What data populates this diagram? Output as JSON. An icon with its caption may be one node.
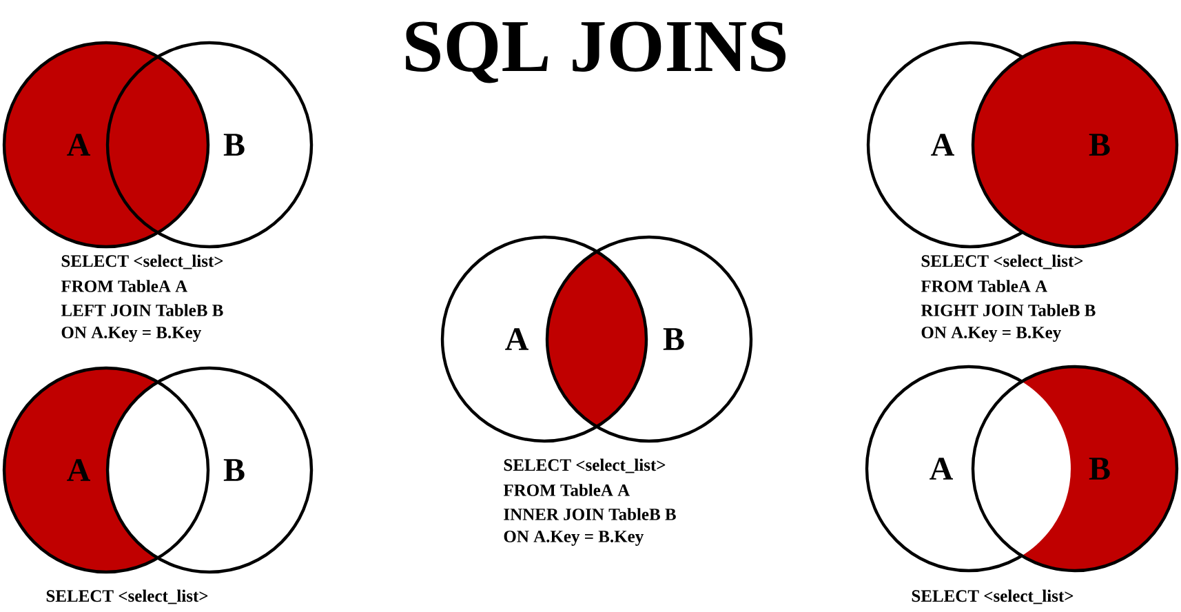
{
  "diagram": {
    "title": "SQL JOINS",
    "nodes": [
      {
        "text": [
          "A"
        ]
      },
      {
        "text": [
          "B"
        ]
      },
      {
        "text": [
          "A"
        ]
      },
      {
        "text": [
          "B"
        ]
      },
      {
        "text": [
          "A"
        ]
      },
      {
        "text": [
          "B"
        ]
      },
      {
        "text": [
          "A"
        ]
      },
      {
        "text": [
          "B"
        ]
      },
      {
        "text": [
          "A"
        ]
      },
      {
        "text": [
          "B"
        ]
      }
    ],
    "labels": [
      "SELECT <select_list>",
      "FROM TableA A",
      "LEFT JOIN TableB B",
      "ON A.Key = B.Key",
      "SELECT <select_list>",
      "FROM TableA A",
      "RIGHT JOIN TableB B",
      "ON A.Key = B.Key",
      "SELECT <select_list>",
      "FROM TableA A",
      "INNER JOIN TableB B",
      "ON A.Key = B.Key",
      "SELECT <select_list>",
      "SELECT <select_list>"
    ]
  }
}
